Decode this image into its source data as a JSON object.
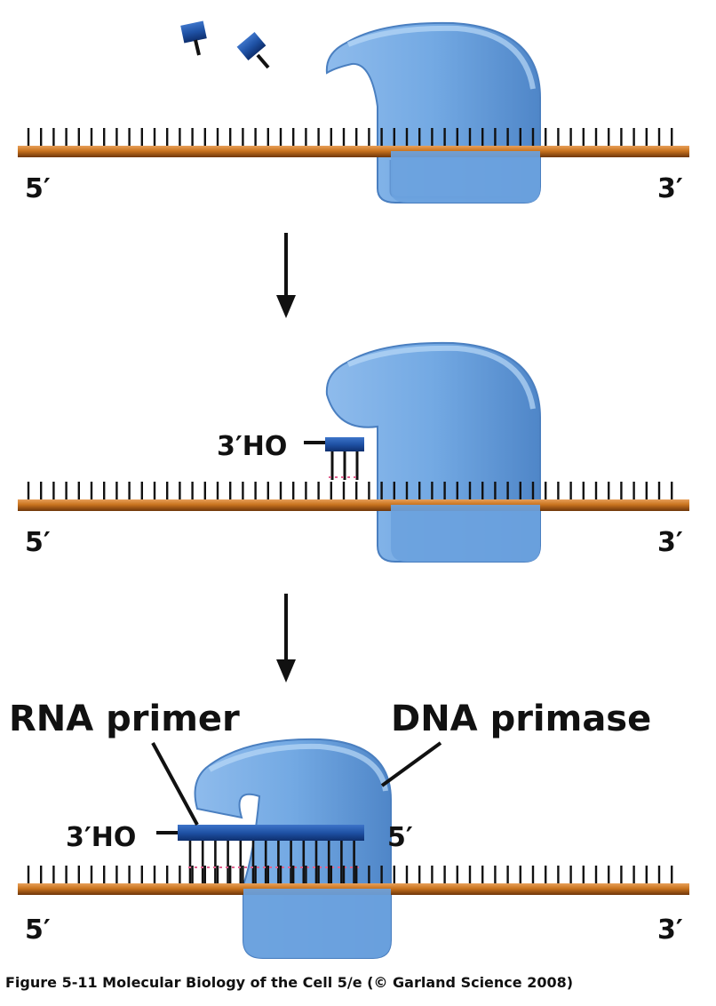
{
  "panels": [
    {
      "id": "panel-1",
      "end_left": "5′",
      "end_right": "3′"
    },
    {
      "id": "panel-2",
      "end_left": "5′",
      "end_right": "3′",
      "primer_end_label": "3′HO"
    },
    {
      "id": "panel-3",
      "end_left": "5′",
      "end_right": "3′",
      "primer_end_label": "3′HO",
      "primer_5_label": "5′",
      "rna_primer_label": "RNA primer",
      "enzyme_label": "DNA primase"
    }
  ],
  "caption": "Figure 5-11  Molecular Biology of the Cell 5/e (© Garland Science 2008)",
  "colors": {
    "dna_strand": "#c9731e",
    "dna_strand_dark": "#7a3d0c",
    "primase": "#6fa6e0",
    "primase_light": "#a9cdf2",
    "primase_dark": "#3f76b8",
    "rna": "#1f52a5",
    "rna_dark": "#0e2f6e",
    "pairing": "#e0628f"
  }
}
